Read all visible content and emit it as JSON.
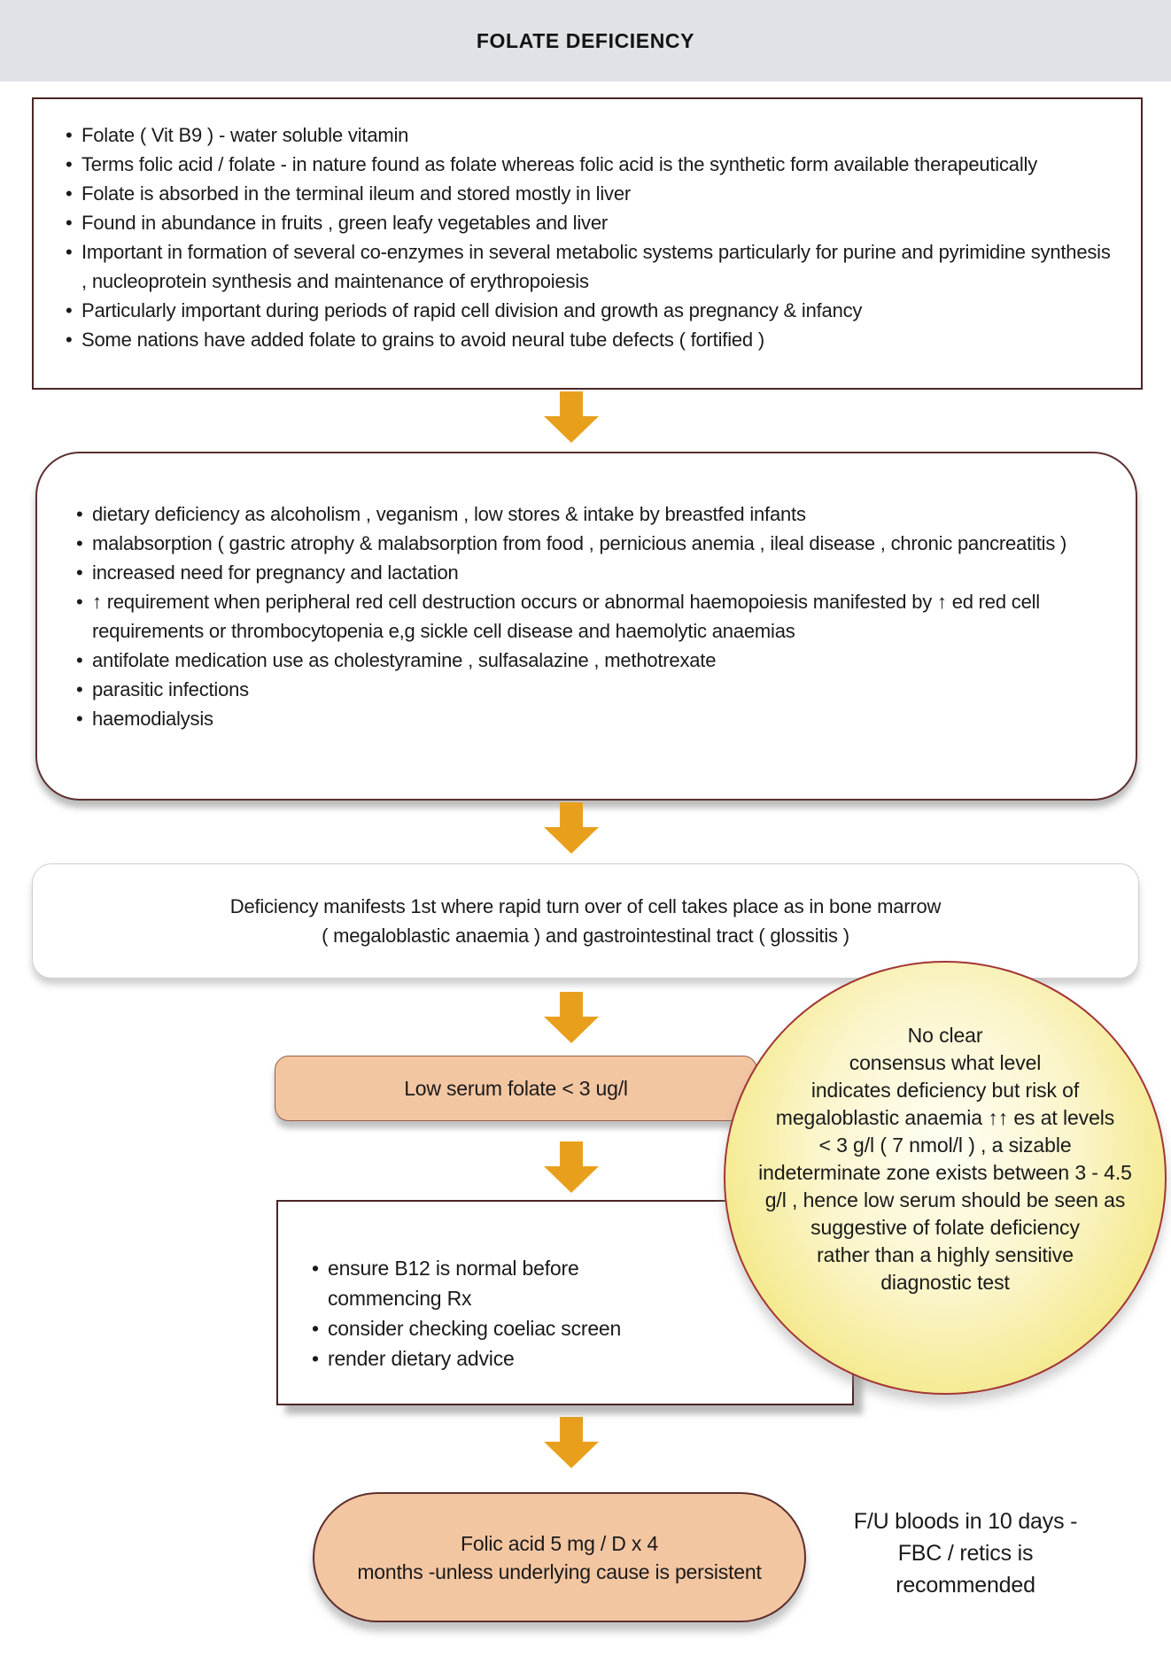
{
  "page_title": "FOLATE DEFICIENCY",
  "intro_box": {
    "items": [
      "Folate ( Vit B9 ) - water soluble vitamin",
      "Terms folic acid / folate - in nature found as folate whereas folic acid is the synthetic form available therapeutically",
      "Folate is absorbed in the terminal ileum and stored mostly in liver",
      "Found in abundance in fruits , green leafy vegetables and liver",
      "Important in formation of several co-enzymes in several metabolic systems particularly for purine and pyrimidine synthesis , nucleoprotein synthesis and maintenance of erythropoiesis",
      "Particularly important during periods of rapid cell division and growth as pregnancy & infancy",
      "Some nations have added folate to grains to avoid neural tube defects ( fortified )"
    ]
  },
  "causes_box": {
    "items": [
      "dietary deficiency as alcoholism , veganism , low stores & intake by breastfed infants",
      "malabsorption ( gastric atrophy & malabsorption from food , pernicious anemia , ileal disease , chronic pancreatitis )",
      "increased need for pregnancy and lactation",
      "↑ requirement when peripheral red cell destruction occurs or abnormal haemopoiesis manifested by ↑ ed red cell requirements or thrombocytopenia e,g sickle cell disease and haemolytic anaemias",
      "antifolate medication use as cholestyramine , sulfasalazine , methotrexate",
      "parasitic infections",
      "haemodialysis"
    ]
  },
  "manifest_box": {
    "text": "Deficiency manifests 1st where rapid turn over of cell takes place as in bone marrow\n( megaloblastic anaemia ) and gastrointestinal tract ( glossitis )"
  },
  "low_serum_box": {
    "label": "Low serum folate < 3 ug/l"
  },
  "note_circle": {
    "text": "No clear\nconsensus what level\nindicates deficiency but risk of\nmegaloblastic anaemia ↑↑ es at levels\n< 3  g/l ( 7 nmol/l ) , a sizable\nindeterminate zone exists between 3 - 4.5\ng/l , hence low serum should be seen as\nsuggestive of folate deficiency\nrather than a highly sensitive\ndiagnostic test"
  },
  "management_box": {
    "items": [
      "ensure B12 is normal before\ncommencing Rx",
      "consider checking coeliac screen",
      "render dietary advice"
    ]
  },
  "treatment_pill": {
    "text": "Folic acid 5 mg / D x 4\nmonths -unless underlying cause is persistent"
  },
  "followup_note": {
    "text": "F/U bloods in 10 days -\nFBC / retics is\nrecommended"
  },
  "icons": {
    "flow_arrow": "down-arrow-icon"
  },
  "colors": {
    "header_band": "#DFE2E6",
    "arrow_orange": "#E8A01C",
    "peach_fill": "#F3C6A2",
    "maroon_border": "#4A2525",
    "circle_yellow_edge": "#F0E163",
    "circle_center": "#FFFEF4",
    "circle_border": "#A33535",
    "text": "#1A1A1A"
  }
}
